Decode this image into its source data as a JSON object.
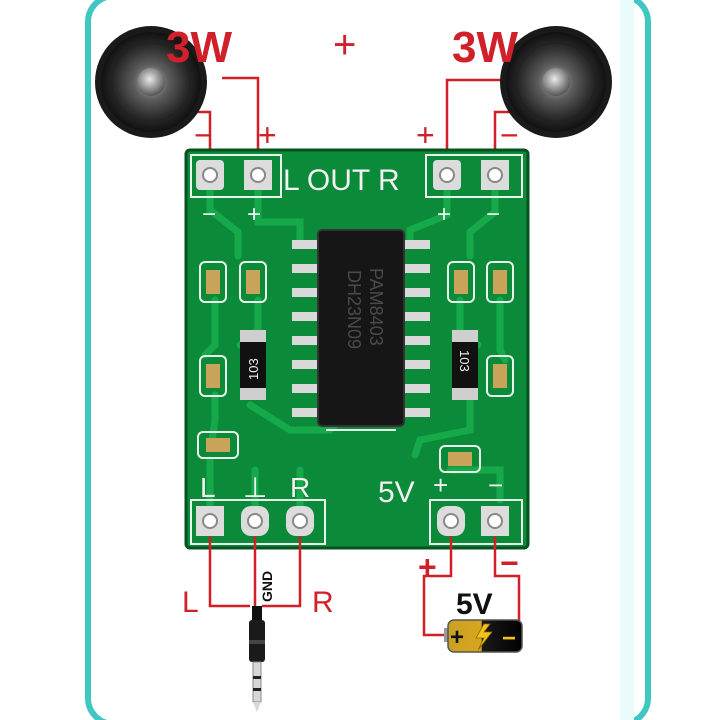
{
  "speaker_left": {
    "power": "3W"
  },
  "speaker_right": {
    "power": "3W"
  },
  "top_plus": "+",
  "left_speaker_polarity": {
    "neg": "−",
    "pos": "+"
  },
  "right_speaker_polarity": {
    "pos": "+",
    "neg": "−"
  },
  "board": {
    "out_label": "L OUT R",
    "left_out_signs": {
      "neg": "−",
      "pos": "+"
    },
    "right_out_signs": {
      "pos": "+",
      "neg": "−"
    },
    "chip_line1": "PAM8403",
    "chip_line2": "DH23N09",
    "resistor_left": "103",
    "resistor_right": "103",
    "input_labels": {
      "l": "L",
      "gnd": "⊥",
      "r": "R"
    },
    "power_label": "5V",
    "power_plus": "+",
    "power_minus": "−"
  },
  "input_wires": {
    "l": "L",
    "gnd": "GND",
    "r": "R"
  },
  "supply_wires": {
    "plus": "+",
    "minus": "−"
  },
  "battery": {
    "voltage": "5V",
    "plus": "+",
    "minus": "−"
  },
  "colors": {
    "pcb": "#0b8a3a",
    "pcb_dark": "#06632a",
    "trace": "#16a94a",
    "wire": "#d21f26",
    "label_red": "#d0202a",
    "teal_frame": "#3fc7c2"
  }
}
